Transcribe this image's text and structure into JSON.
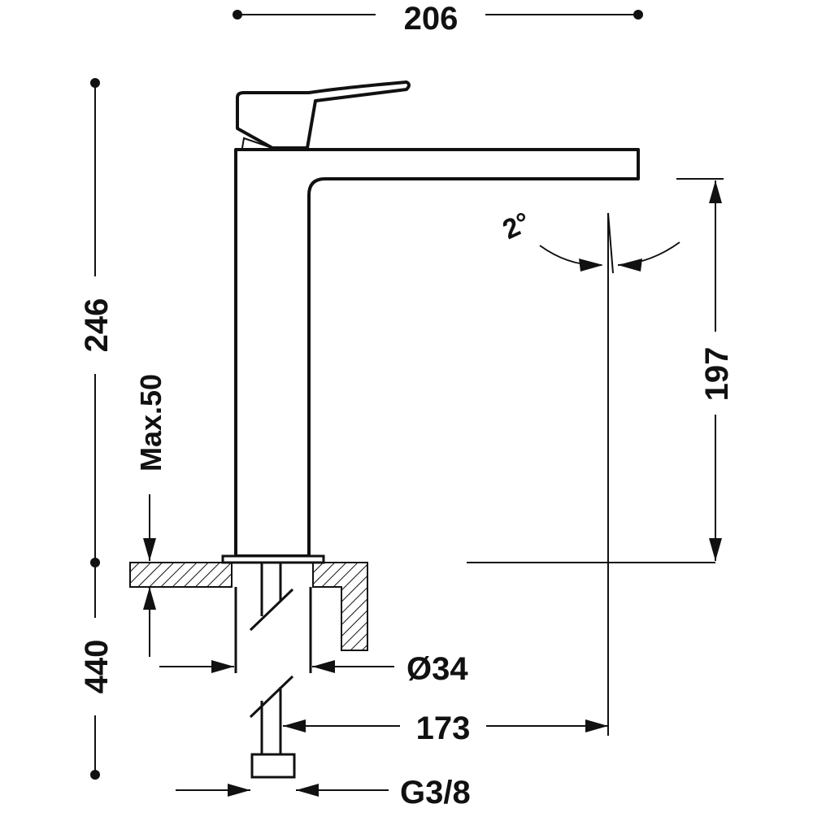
{
  "dimensions": {
    "total_width": "206",
    "total_height": "246",
    "spout_height": "197",
    "max_counter_thickness": "Max.50",
    "shank_length": "440",
    "hole_diameter": "Ø34",
    "spout_reach": "173",
    "connection_thread": "G3/8",
    "spout_angle": "2°"
  },
  "colors": {
    "line": "#111111",
    "background": "#ffffff"
  }
}
